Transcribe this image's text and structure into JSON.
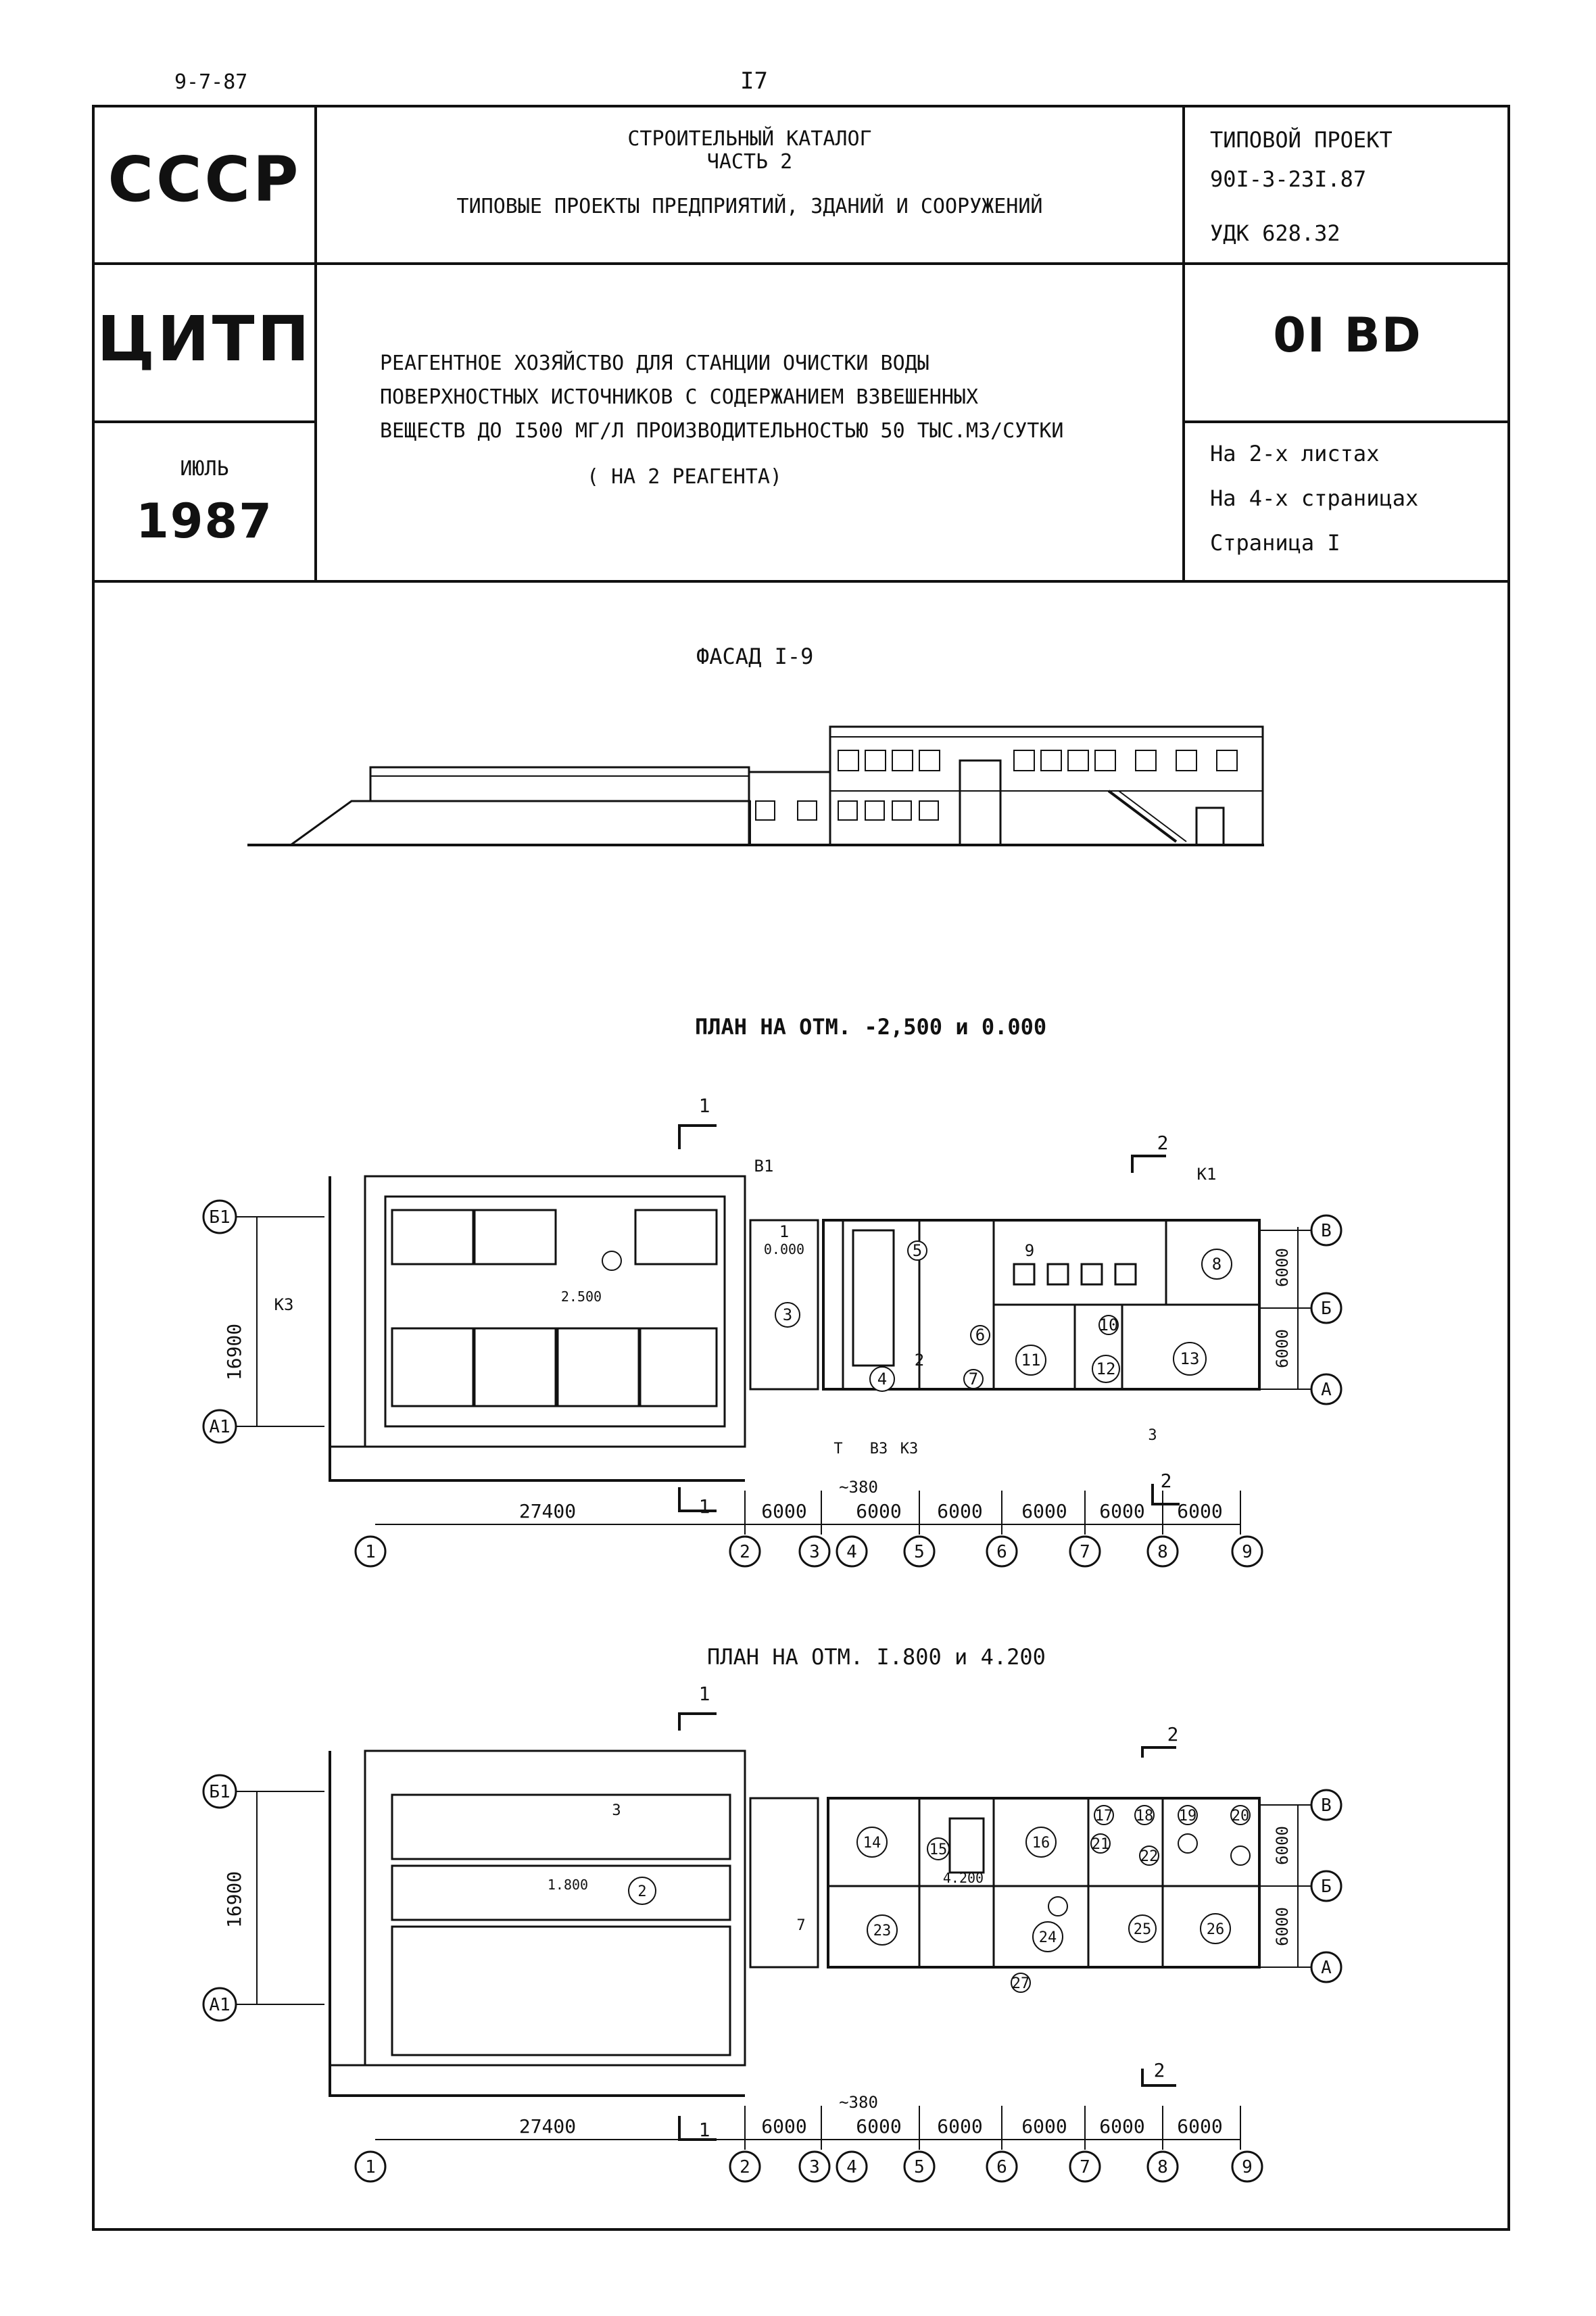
{
  "page": {
    "code": "9-7-87",
    "number": "I7"
  },
  "header": {
    "org_left_top": "СССР",
    "org_left_bottom": "ЦИТП",
    "month": "ИЮЛЬ",
    "year": "1987",
    "catalog_line1": "СТРОИТЕЛЬНЫЙ КАТАЛОГ",
    "catalog_line2": "ЧАСТЬ 2",
    "catalog_line3": "ТИПОВЫЕ ПРОЕКТЫ ПРЕДПРИЯТИЙ, ЗДАНИЙ И СООРУЖЕНИЙ",
    "project_label": "ТИПОВОЙ ПРОЕКТ",
    "project_number": "90I-3-23I.87",
    "udk": "УДК 628.32",
    "section_code": "0I BD",
    "title_line1": "РЕАГЕНТНОЕ ХОЗЯЙСТВО ДЛЯ СТАНЦИИ ОЧИСТКИ ВОДЫ",
    "title_line2": "ПОВЕРХНОСТНЫХ ИСТОЧНИКОВ С СОДЕРЖАНИЕМ ВЗВЕШЕННЫХ",
    "title_line3": "ВЕЩЕСТВ ДО I500 МГ/Л ПРОИЗВОДИТЕЛЬНОСТЬЮ 50 ТЫС.М3/СУТКИ",
    "title_line4": "( НА 2 РЕАГЕНТА)",
    "sheets": "На 2-х листах",
    "pages": "На 4-х страницах",
    "page_label": "Страница I"
  },
  "drawings": {
    "facade_title": "ФАСАД I-9",
    "plan1_title": "ПЛАН НА ОТМ. -2,500 и 0.000",
    "plan2_title": "ПЛАН НА ОТМ. I.800 и 4.200",
    "axes_columns": [
      "1",
      "2",
      "3",
      "4",
      "5",
      "6",
      "7",
      "8",
      "9"
    ],
    "axes_rows_left": [
      "Б1",
      "А1"
    ],
    "axes_rows_right": [
      "В",
      "Б",
      "А"
    ],
    "dim_overall": "27400",
    "dim_bay": "6000",
    "dim_gap": "~380",
    "dim_height": "16900",
    "section_1": "1",
    "section_2": "2",
    "label_v1": "В1",
    "label_k1": "К1",
    "label_k3": "К3",
    "label_t": "Т",
    "label_b3": "В3",
    "label_k3b": "К3",
    "label_3": "3",
    "plan1_rooms": [
      "1",
      "2",
      "3",
      "4",
      "5",
      "6",
      "7",
      "8",
      "9",
      "10",
      "11",
      "12",
      "13"
    ],
    "plan2_rooms": [
      "2",
      "3",
      "7",
      "14",
      "15",
      "16",
      "17",
      "18",
      "19",
      "20",
      "21",
      "22",
      "23",
      "24",
      "25",
      "26",
      "27"
    ],
    "mark_p1a": "2.500",
    "mark_p1b": "0.000",
    "mark_p2a": "1.800",
    "mark_p2b": "4.200"
  }
}
